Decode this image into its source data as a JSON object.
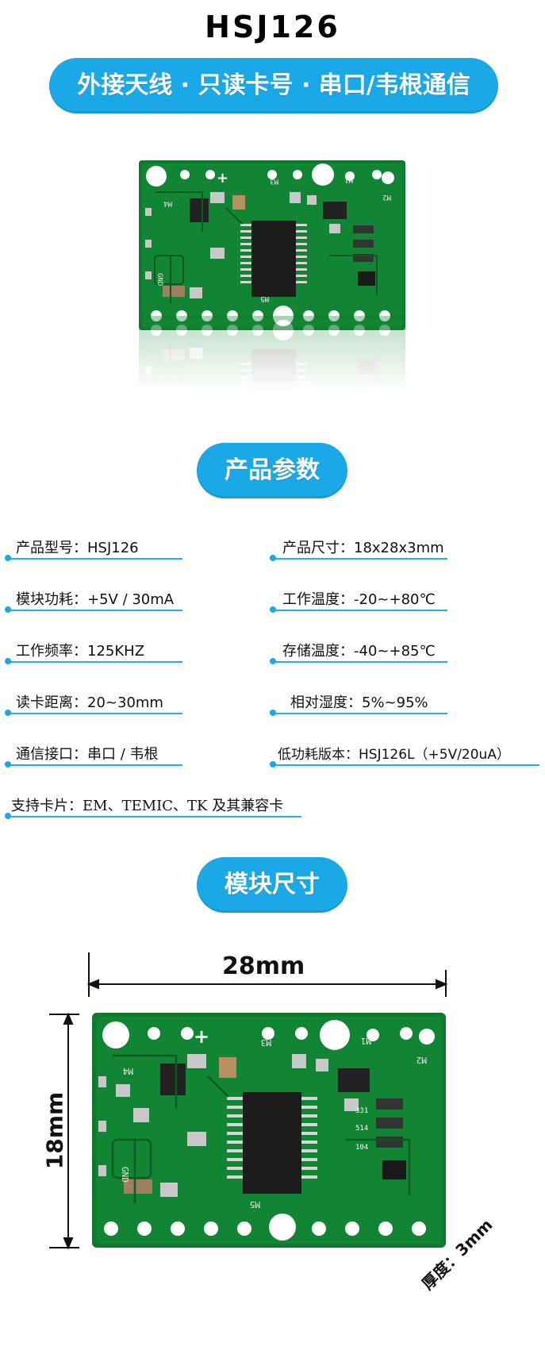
{
  "header": {
    "title": "HSJ126",
    "tagline": "外接天线 · 只读卡号 · 串口/韦根通信"
  },
  "sections": {
    "params_title": "产品参数",
    "size_title": "模块尺寸"
  },
  "specs": {
    "model": {
      "label": "产品型号：",
      "value": "HSJ126"
    },
    "size": {
      "label": "产品尺寸：",
      "value": "18x28x3mm"
    },
    "power": {
      "label": "模块功耗：",
      "value": "+5V / 30mA"
    },
    "work_temp": {
      "label": "工作温度：",
      "value": "-20~+80℃"
    },
    "freq": {
      "label": "工作频率：",
      "value": "125KHZ"
    },
    "store_temp": {
      "label": "存储温度：",
      "value": "-40~+85℃"
    },
    "distance": {
      "label": "读卡距离：",
      "value": "20~30mm"
    },
    "humidity": {
      "label": "相对湿度：",
      "value": "5%~95%"
    },
    "interface": {
      "label": "通信接口：",
      "value": "串口 / 韦根"
    },
    "low_power": {
      "label": "低功耗版本：",
      "value": "HSJ126L（+5V/20uA）"
    },
    "cards": {
      "label": "支持卡片：",
      "value": "EM、TEMIC、TK 及其兼容卡"
    }
  },
  "board": {
    "silk": {
      "m1": "M1",
      "m2": "M2",
      "m3": "M3",
      "m4": "M4",
      "m5": "M5",
      "gnd": "GND",
      "plus": "+",
      "r1": "331",
      "r2": "514",
      "r3": "104"
    }
  },
  "dimensions": {
    "width": "28mm",
    "height": "18mm",
    "thickness": "厚度：3mm"
  },
  "colors": {
    "accent": "#1ba8e6",
    "pcb": "#0f7a2e",
    "pcb_dark": "#0a5a22"
  }
}
